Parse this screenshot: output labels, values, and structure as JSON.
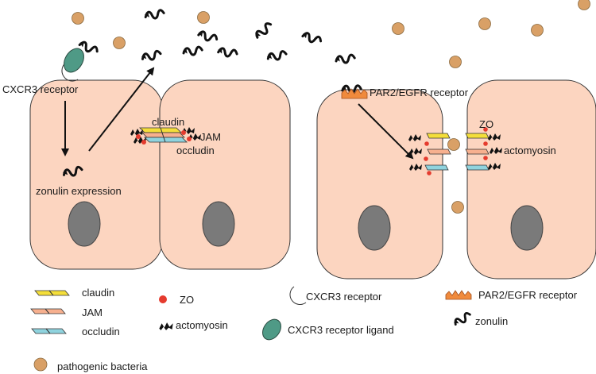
{
  "labels": {
    "cxcr3_receptor": "CXCR3 receptor",
    "zonulin_expression": "zonulin expression",
    "claudin": "claudin",
    "jam": "JAM",
    "occludin": "occludin",
    "par2_egfr_receptor": "PAR2/EGFR receptor",
    "zo": "ZO",
    "actomyosin": "actomyosin"
  },
  "legend": {
    "claudin": "claudin",
    "jam": "JAM",
    "occludin": "occludin",
    "zo": "ZO",
    "actomyosin": "actomyosin",
    "cxcr3_receptor": "CXCR3 receptor",
    "cxcr3_ligand": "CXCR3 receptor ligand",
    "par2_egfr_receptor": "PAR2/EGFR receptor",
    "zonulin": "zonulin",
    "pathogenic_bacteria": "pathogenic bacteria"
  },
  "colors": {
    "cell_fill": "#fcd5c0",
    "nucleus": "#7a7a7a",
    "bacteria": "#d9a066",
    "claudin": "#f4de3a",
    "jam": "#f7b08f",
    "occludin": "#8fd3de",
    "zo": "#e53b2e",
    "cxcr3_receptor": "#8b7f7a",
    "cxcr3_ligand": "#4f9a86",
    "par2_egfr": "#f08a3c",
    "zonulin": "#1a1a1a"
  }
}
